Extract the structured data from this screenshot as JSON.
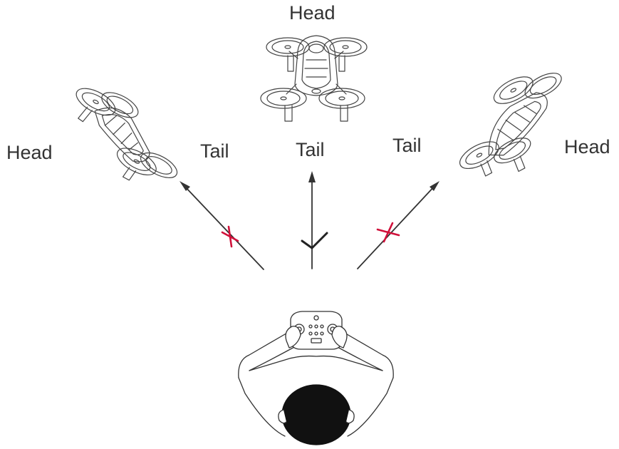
{
  "labels": {
    "head_top": "Head",
    "tail_middle": "Tail",
    "head_left": "Head",
    "tail_left": "Tail",
    "tail_right": "Tail",
    "head_right": "Head"
  },
  "colors": {
    "line": "#333333",
    "cross_mark": "#d0103a",
    "check_mark": "#222222",
    "hair": "#111111"
  },
  "icons": {
    "left_arrow_mark": "cross-mark-icon",
    "middle_arrow_mark": "check-mark-icon",
    "right_arrow_mark": "cross-mark-icon"
  }
}
